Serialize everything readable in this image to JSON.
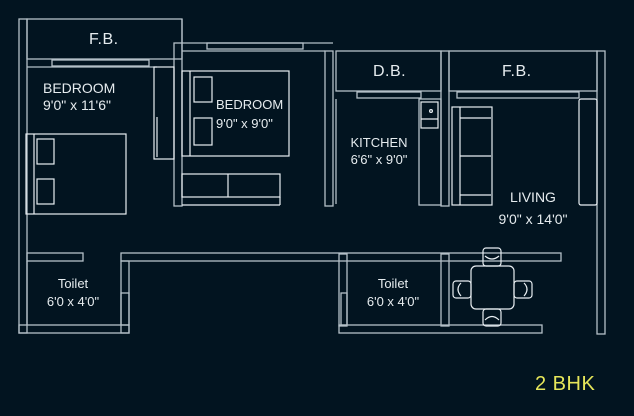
{
  "plan_type": "2 BHK",
  "colors": {
    "background": "#021420",
    "walls": "#b4c0c8",
    "furniture": "#e8eef2",
    "labels": "#e6ecef",
    "plan_type_text": "#e6e65a"
  },
  "rooms": {
    "fb_left": {
      "name": "F.B."
    },
    "bedroom1": {
      "name": "BEDROOM",
      "size": "9'0\" x 11'6\""
    },
    "bedroom2": {
      "name": "BEDROOM",
      "size": "9'0\" x 9'0\""
    },
    "db": {
      "name": "D.B."
    },
    "kitchen": {
      "name": "KITCHEN",
      "size": "6'6\" x 9'0\""
    },
    "fb_right": {
      "name": "F.B."
    },
    "living": {
      "name": "LIVING",
      "size": "9'0\" x 14'0\""
    },
    "toilet1": {
      "name": "Toilet",
      "size": "6'0 x 4'0\""
    },
    "toilet2": {
      "name": "Toilet",
      "size": "6'0 x 4'0\""
    }
  }
}
